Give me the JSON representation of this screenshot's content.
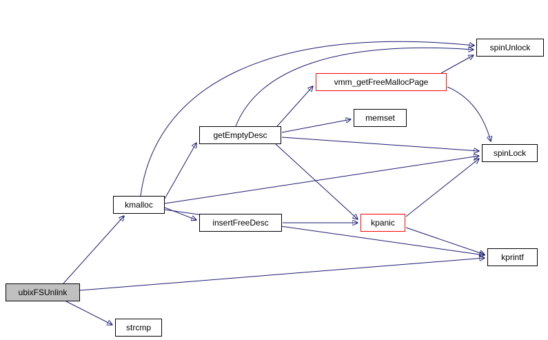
{
  "diagram": {
    "type": "call-graph",
    "root": "ubixFSUnlink",
    "colors": {
      "background": "#ffffff",
      "edge": "#191970",
      "node_border": "#000000",
      "node_background": "#ffffff",
      "highlighted_node_background": "#c0c0c0",
      "truncated_node_border": "#ff0000"
    },
    "nodes": [
      {
        "id": "ubixFSUnlink",
        "label": "ubixFSUnlink",
        "style": "highlighted"
      },
      {
        "id": "strcmp",
        "label": "strcmp",
        "style": "normal"
      },
      {
        "id": "kmalloc",
        "label": "kmalloc",
        "style": "normal"
      },
      {
        "id": "insertFreeDesc",
        "label": "insertFreeDesc",
        "style": "normal"
      },
      {
        "id": "getEmptyDesc",
        "label": "getEmptyDesc",
        "style": "normal"
      },
      {
        "id": "vmm_getFreeMallocPage",
        "label": "vmm_getFreeMallocPage",
        "style": "red"
      },
      {
        "id": "memset",
        "label": "memset",
        "style": "normal"
      },
      {
        "id": "kpanic",
        "label": "kpanic",
        "style": "red"
      },
      {
        "id": "spinLock",
        "label": "spinLock",
        "style": "normal"
      },
      {
        "id": "spinUnlock",
        "label": "spinUnlock",
        "style": "normal"
      },
      {
        "id": "kprintf",
        "label": "kprintf",
        "style": "normal"
      }
    ],
    "edges": [
      {
        "from": "ubixFSUnlink",
        "to": "kmalloc"
      },
      {
        "from": "ubixFSUnlink",
        "to": "strcmp"
      },
      {
        "from": "ubixFSUnlink",
        "to": "kprintf"
      },
      {
        "from": "kmalloc",
        "to": "getEmptyDesc"
      },
      {
        "from": "kmalloc",
        "to": "insertFreeDesc"
      },
      {
        "from": "kmalloc",
        "to": "spinLock"
      },
      {
        "from": "kmalloc",
        "to": "spinUnlock"
      },
      {
        "from": "kmalloc",
        "to": "kprintf"
      },
      {
        "from": "getEmptyDesc",
        "to": "vmm_getFreeMallocPage"
      },
      {
        "from": "getEmptyDesc",
        "to": "memset"
      },
      {
        "from": "getEmptyDesc",
        "to": "spinLock"
      },
      {
        "from": "getEmptyDesc",
        "to": "spinUnlock"
      },
      {
        "from": "getEmptyDesc",
        "to": "kpanic"
      },
      {
        "from": "insertFreeDesc",
        "to": "kpanic"
      },
      {
        "from": "vmm_getFreeMallocPage",
        "to": "spinUnlock"
      },
      {
        "from": "vmm_getFreeMallocPage",
        "to": "spinLock"
      },
      {
        "from": "kpanic",
        "to": "spinLock"
      },
      {
        "from": "kpanic",
        "to": "kprintf"
      }
    ]
  }
}
